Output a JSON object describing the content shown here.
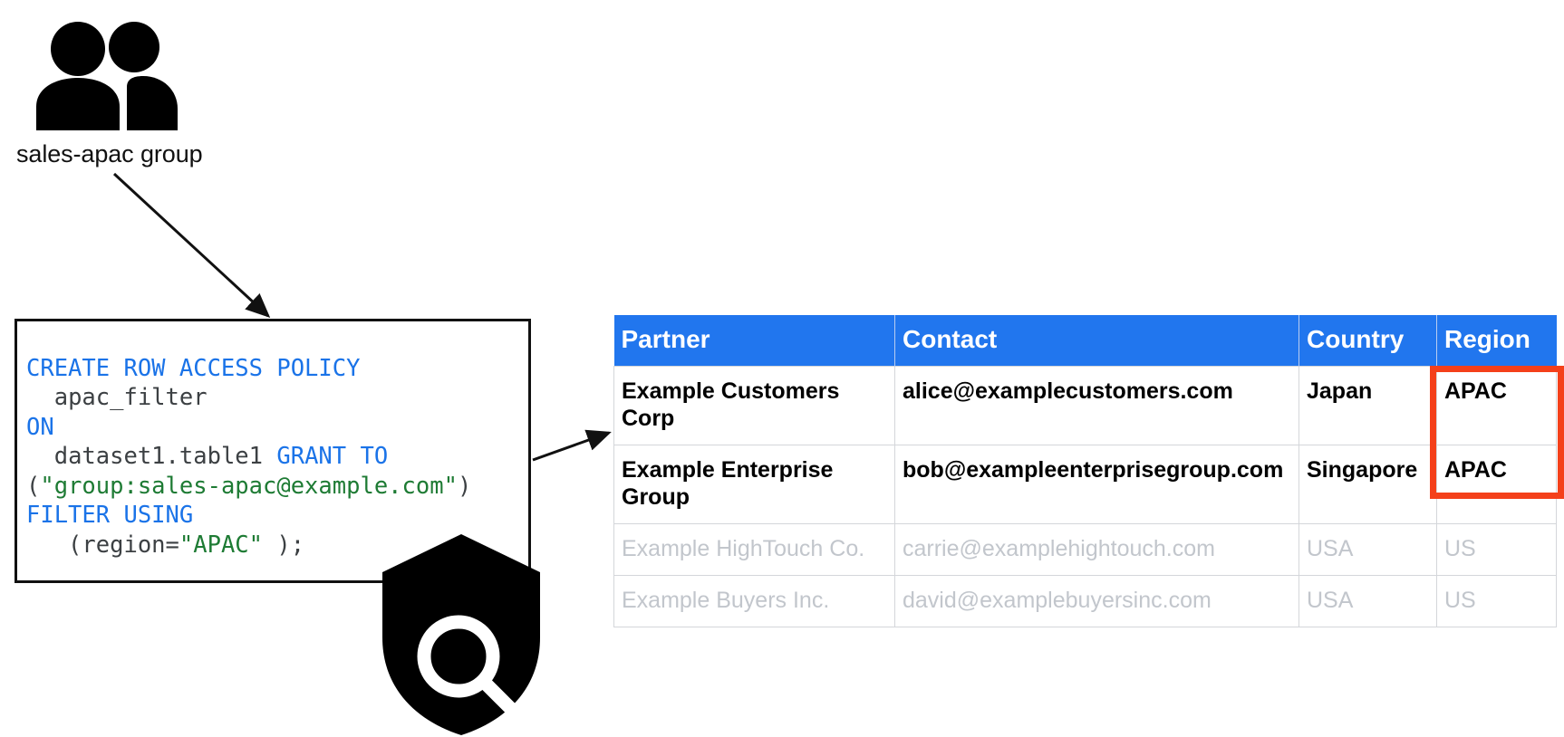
{
  "diagram": {
    "title": "BigQuery row access policy diagram",
    "colors": {
      "table_header_blue": "#2176ee",
      "highlight_red": "#f4401a",
      "sql_keyword_blue": "#1a73e8",
      "sql_string_green": "#1e7b34",
      "muted_text": "#c2c6cc"
    }
  },
  "group": {
    "icon": "people-group-icon",
    "label": "sales-apac group"
  },
  "shield": {
    "icon": "shield-magnifier-icon"
  },
  "code": {
    "tokens": [
      {
        "t": "CREATE ROW ACCESS POLICY",
        "c": "kw"
      },
      {
        "t": "\n  ",
        "c": "pn"
      },
      {
        "t": "apac_filter",
        "c": "id"
      },
      {
        "t": "\n",
        "c": "pn"
      },
      {
        "t": "ON",
        "c": "kw"
      },
      {
        "t": "\n  ",
        "c": "pn"
      },
      {
        "t": "dataset1.table1 ",
        "c": "id"
      },
      {
        "t": "GRANT TO",
        "c": "kw"
      },
      {
        "t": "\n(",
        "c": "pn"
      },
      {
        "t": "\"group:sales-apac@example.com\"",
        "c": "str"
      },
      {
        "t": ")\n",
        "c": "pn"
      },
      {
        "t": "FILTER USING",
        "c": "kw"
      },
      {
        "t": "\n   (region=",
        "c": "pn"
      },
      {
        "t": "\"APAC\"",
        "c": "str"
      },
      {
        "t": " );",
        "c": "pn"
      }
    ],
    "plain": "CREATE ROW ACCESS POLICY\n  apac_filter\nON\n  dataset1.table1 GRANT TO\n(\"group:sales-apac@example.com\")\nFILTER USING\n   (region=\"APAC\" );"
  },
  "table": {
    "headers": [
      "Partner",
      "Contact",
      "Country",
      "Region"
    ],
    "rows": [
      {
        "state": "active",
        "partner": "Example Customers Corp",
        "contact": "alice@examplecustomers.com",
        "country": "Japan",
        "region": "APAC"
      },
      {
        "state": "active",
        "partner": "Example Enterprise Group",
        "contact": "bob@exampleenterprisegroup.com",
        "country": "Singapore",
        "region": "APAC"
      },
      {
        "state": "muted",
        "partner": "Example HighTouch Co.",
        "contact": "carrie@examplehightouch.com",
        "country": "USA",
        "region": "US"
      },
      {
        "state": "muted",
        "partner": "Example Buyers Inc.",
        "contact": "david@examplebuyersinc.com",
        "country": "USA",
        "region": "US"
      }
    ]
  }
}
